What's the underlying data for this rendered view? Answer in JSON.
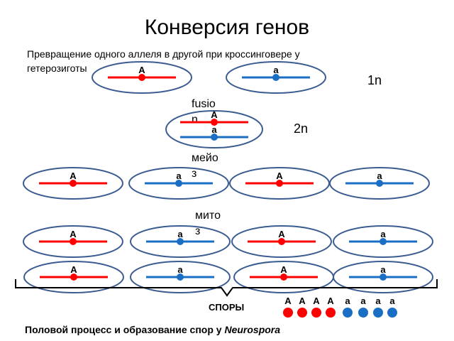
{
  "title": "Конверсия генов",
  "subtitle": "Превращение одного аллеля в другой при кроссинговере у гетерозиготы",
  "ploidy": {
    "haploid": "1n",
    "diploid": "2n"
  },
  "stages": {
    "fusion": "fusion",
    "meiosis": "мейоз",
    "mitosis": "митоз"
  },
  "alleles": {
    "dominant": "A",
    "recessive": "a"
  },
  "spores_label": "СПОРЫ",
  "caption_main": "Половой процесс и образование спор у ",
  "caption_organism": "Neurospora",
  "spore_alleles": [
    "A",
    "A",
    "A",
    "A",
    "a",
    "a",
    "a",
    "a"
  ],
  "colors": {
    "dominant": "#ff0000",
    "recessive": "#1a6fc4",
    "outline": "#3a5c90"
  }
}
